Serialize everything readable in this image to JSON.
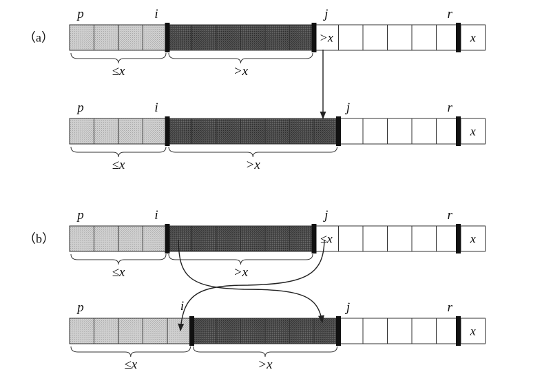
{
  "colors": {
    "light": "#c9c9c9",
    "dark": "#4a4a4a",
    "white": "#ffffff",
    "line": "#222222"
  },
  "panels": [
    {
      "name": "a-before",
      "label": "（a）",
      "labels": {
        "p": "p",
        "i": "i",
        "j": "j",
        "r": "r"
      },
      "cells": [
        "L",
        "L",
        "L",
        "L",
        "D",
        "D",
        "D",
        "D",
        "D",
        "D",
        "T",
        "W",
        "W",
        "W",
        "W",
        "W",
        "P"
      ],
      "cellTexts": {
        "10": ">x",
        "16": "x"
      },
      "braces": [
        {
          "from": 0,
          "to": 4,
          "text": "≤x"
        },
        {
          "from": 4,
          "to": 10,
          "text": ">x"
        }
      ]
    },
    {
      "name": "a-after",
      "label": "",
      "labels": {
        "p": "p",
        "i": "i",
        "j": "j",
        "r": "r"
      },
      "cells": [
        "L",
        "L",
        "L",
        "L",
        "D",
        "D",
        "D",
        "D",
        "D",
        "D",
        "D",
        "W",
        "W",
        "W",
        "W",
        "W",
        "P"
      ],
      "cellTexts": {
        "16": "x"
      },
      "braces": [
        {
          "from": 0,
          "to": 4,
          "text": "≤x"
        },
        {
          "from": 4,
          "to": 11,
          "text": ">x"
        }
      ]
    },
    {
      "name": "b-before",
      "label": "（b）",
      "labels": {
        "p": "p",
        "i": "i",
        "j": "j",
        "r": "r"
      },
      "cells": [
        "L",
        "L",
        "L",
        "L",
        "D",
        "D",
        "D",
        "D",
        "D",
        "D",
        "T",
        "W",
        "W",
        "W",
        "W",
        "W",
        "P"
      ],
      "cellTexts": {
        "10": "≤x",
        "16": "x"
      },
      "braces": [
        {
          "from": 0,
          "to": 4,
          "text": "≤x"
        },
        {
          "from": 4,
          "to": 10,
          "text": ">x"
        }
      ]
    },
    {
      "name": "b-after",
      "label": "",
      "labels": {
        "p": "p",
        "i": "i",
        "j": "j",
        "r": "r"
      },
      "cells": [
        "L",
        "L",
        "L",
        "L",
        "L",
        "D",
        "D",
        "D",
        "D",
        "D",
        "D",
        "W",
        "W",
        "W",
        "W",
        "W",
        "P"
      ],
      "cellTexts": {
        "16": "x"
      },
      "braces": [
        {
          "from": 0,
          "to": 5,
          "text": "≤x"
        },
        {
          "from": 5,
          "to": 11,
          "text": ">x"
        }
      ]
    }
  ]
}
